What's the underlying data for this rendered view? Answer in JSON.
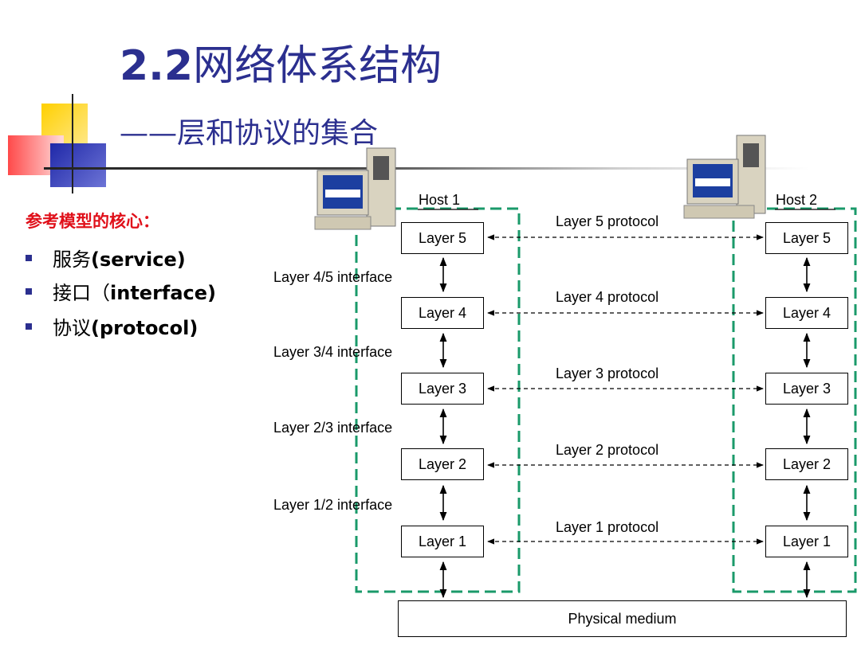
{
  "title": {
    "number": "2.2",
    "main": "网络体系结构",
    "subtitle": "——层和协议的集合"
  },
  "left_panel": {
    "heading": "参考模型的核心：",
    "items": [
      {
        "cn": "服务",
        "en": "(service)"
      },
      {
        "cn": "接口（",
        "en": "interface)"
      },
      {
        "cn": "协议",
        "en": "(protocol)"
      }
    ]
  },
  "diagram": {
    "host1": "Host 1",
    "host2": "Host 2",
    "layers": [
      "Layer 5",
      "Layer 4",
      "Layer 3",
      "Layer 2",
      "Layer 1"
    ],
    "protocols": [
      "Layer 5 protocol",
      "Layer 4 protocol",
      "Layer 3 protocol",
      "Layer 2 protocol",
      "Layer 1 protocol"
    ],
    "interfaces": [
      "Layer 4/5 interface",
      "Layer 3/4 interface",
      "Layer 2/3 interface",
      "Layer 1/2 interface"
    ],
    "physical": "Physical medium",
    "colors": {
      "dashed_border": "#1a9a6a",
      "title": "#2b2f8f",
      "heading": "#e0101a"
    }
  }
}
